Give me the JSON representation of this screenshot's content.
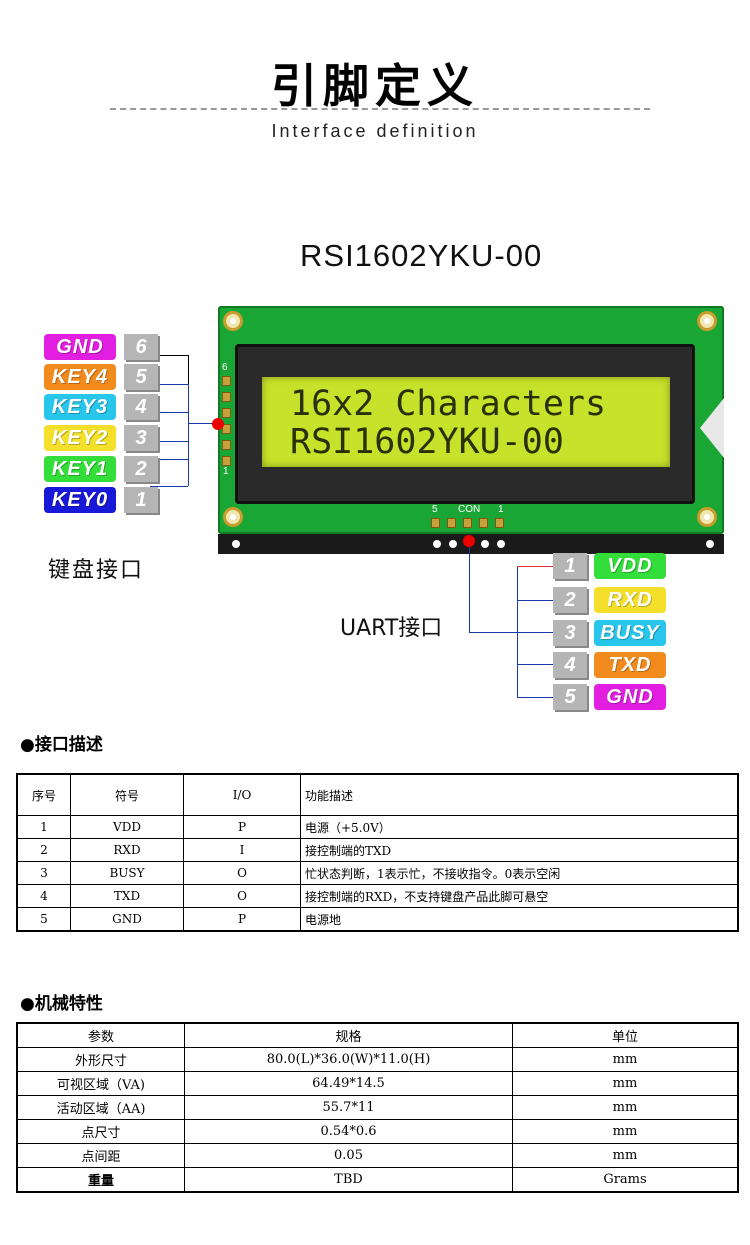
{
  "header": {
    "title": "引脚定义",
    "subtitle": "Interface definition",
    "model": "RSI1602YKU-00"
  },
  "lcd": {
    "line1": "16x2 Characters",
    "line2": "RSI1602YKU-00",
    "con_label": "CON",
    "con_left": "5",
    "con_right": "1",
    "side_pin_top": "6",
    "side_pin_bottom": "1"
  },
  "keyboard": {
    "label": "键盘接口",
    "pins": [
      {
        "name": "GND",
        "num": "6",
        "color": "#e21ee0"
      },
      {
        "name": "KEY4",
        "num": "5",
        "color": "#f28b1e"
      },
      {
        "name": "KEY3",
        "num": "4",
        "color": "#29c6ec"
      },
      {
        "name": "KEY2",
        "num": "3",
        "color": "#f4e02a"
      },
      {
        "name": "KEY1",
        "num": "2",
        "color": "#33dd3a"
      },
      {
        "name": "KEY0",
        "num": "1",
        "color": "#1818d8"
      }
    ]
  },
  "uart": {
    "label": "UART接口",
    "pins": [
      {
        "num": "1",
        "name": "VDD",
        "color": "#33dd3a"
      },
      {
        "num": "2",
        "name": "RXD",
        "color": "#f4e02a"
      },
      {
        "num": "3",
        "name": "BUSY",
        "color": "#29c6ec"
      },
      {
        "num": "4",
        "name": "TXD",
        "color": "#f28b1e"
      },
      {
        "num": "5",
        "name": "GND",
        "color": "#e21ee0"
      }
    ]
  },
  "interface_table": {
    "heading": "●接口描述",
    "headers": [
      "序号",
      "符号",
      "I/O",
      "功能描述"
    ],
    "rows": [
      [
        "1",
        "VDD",
        "P",
        "电源（+5.0V）"
      ],
      [
        "2",
        "RXD",
        "I",
        "接控制端的TXD"
      ],
      [
        "3",
        "BUSY",
        "O",
        "忙状态判断，1表示忙，不接收指令。0表示空闲"
      ],
      [
        "4",
        "TXD",
        "O",
        "接控制端的RXD，不支持键盘产品此脚可悬空"
      ],
      [
        "5",
        "GND",
        "P",
        "电源地"
      ]
    ]
  },
  "mech_table": {
    "heading": "●机械特性",
    "headers": [
      "参数",
      "规格",
      "单位"
    ],
    "rows": [
      [
        "外形尺寸",
        "80.0(L)*36.0(W)*11.0(H)",
        "mm"
      ],
      [
        "可视区域（VA)",
        "64.49*14.5",
        "mm"
      ],
      [
        "活动区域（AA)",
        "55.7*11",
        "mm"
      ],
      [
        "点尺寸",
        "0.54*0.6",
        "mm"
      ],
      [
        "点间距",
        "0.05",
        "mm"
      ],
      [
        "重量",
        "TBD",
        "Grams"
      ]
    ]
  }
}
